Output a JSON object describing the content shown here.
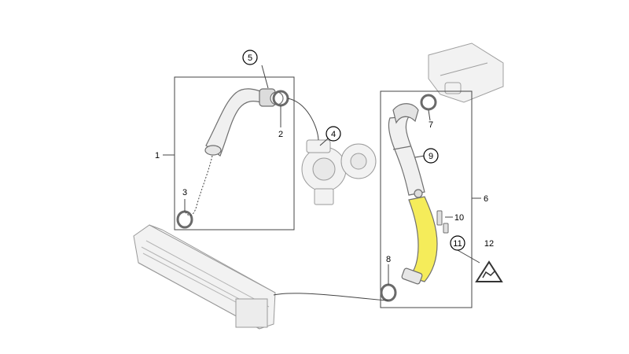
{
  "diagram": {
    "callouts": [
      {
        "id": "1",
        "text": "1",
        "circled": false
      },
      {
        "id": "2",
        "text": "2",
        "circled": false
      },
      {
        "id": "3",
        "text": "3",
        "circled": false
      },
      {
        "id": "4",
        "text": "4",
        "circled": true
      },
      {
        "id": "5",
        "text": "5",
        "circled": true
      },
      {
        "id": "6",
        "text": "6",
        "circled": false
      },
      {
        "id": "7",
        "text": "7",
        "circled": false
      },
      {
        "id": "8",
        "text": "8",
        "circled": false
      },
      {
        "id": "9",
        "text": "9",
        "circled": true
      },
      {
        "id": "10",
        "text": "10",
        "circled": false
      },
      {
        "id": "11",
        "text": "11",
        "circled": true
      },
      {
        "id": "12",
        "text": "12",
        "circled": false
      }
    ],
    "highlight_color": "#f5ec5a",
    "line_color": "#555555",
    "part_stroke": "#7a7a7a",
    "part_fill": "#f0f0f0"
  }
}
